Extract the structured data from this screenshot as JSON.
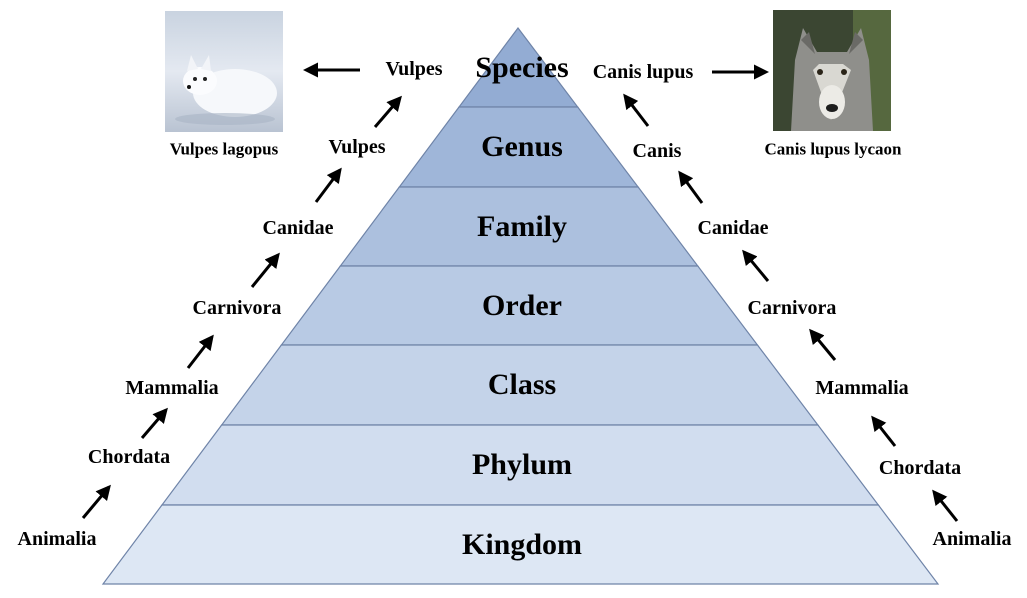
{
  "pyramid": {
    "levels": [
      "Species",
      "Genus",
      "Family",
      "Order",
      "Class",
      "Phylum",
      "Kingdom"
    ],
    "colors": {
      "top": "#93acd3",
      "bottom": "#dde7f4",
      "stroke": "#6f84a8"
    }
  },
  "fox": {
    "chain": [
      "Animalia",
      "Chordata",
      "Mammalia",
      "Carnivora",
      "Canidae",
      "Vulpes",
      "Vulpes"
    ],
    "caption": "Vulpes lagopus",
    "image_icon": "arctic-fox-photo"
  },
  "wolf": {
    "chain": [
      "Animalia",
      "Chordata",
      "Mammalia",
      "Carnivora",
      "Canidae",
      "Canis",
      "Canis lupus"
    ],
    "caption": "Canis lupus lycaon",
    "image_icon": "gray-wolf-photo"
  }
}
